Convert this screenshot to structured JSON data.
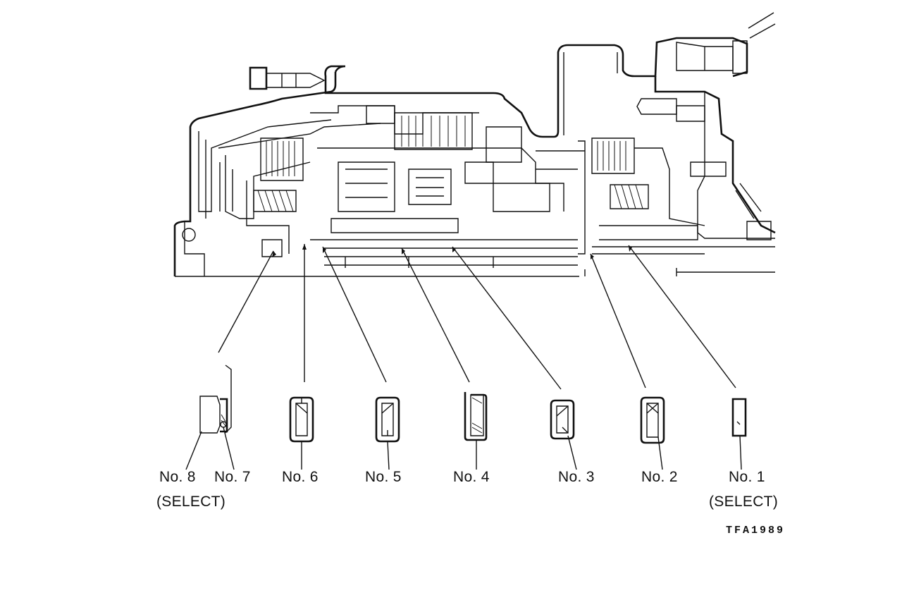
{
  "bearing_labels": [
    {
      "id": "no8",
      "text": "No. 8"
    },
    {
      "id": "no7",
      "text": "No. 7"
    },
    {
      "id": "no6",
      "text": "No. 6"
    },
    {
      "id": "no5",
      "text": "No. 5"
    },
    {
      "id": "no4",
      "text": "No. 4"
    },
    {
      "id": "no3",
      "text": "No. 3"
    },
    {
      "id": "no2",
      "text": "No. 2"
    },
    {
      "id": "no1",
      "text": "No. 1"
    }
  ],
  "select_note_left": "(SELECT)",
  "select_note_right": "(SELECT)",
  "figure_code": "TFA1989"
}
